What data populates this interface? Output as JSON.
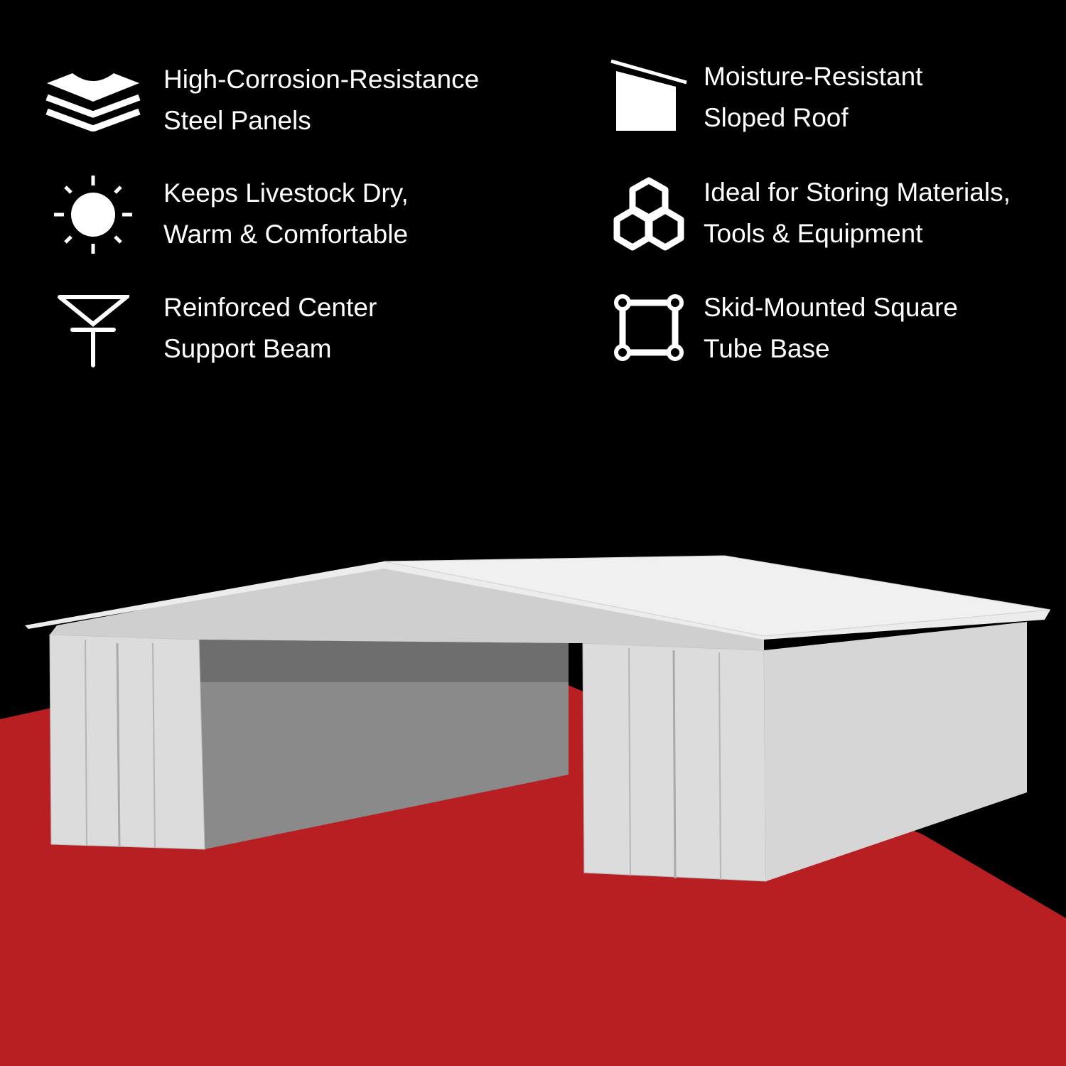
{
  "features": [
    {
      "icon": "stacked-panels-icon",
      "line1": "High-Corrosion-Resistance",
      "line2": "Steel Panels"
    },
    {
      "icon": "sloped-roof-icon",
      "line1": "Moisture-Resistant",
      "line2": "Sloped Roof"
    },
    {
      "icon": "sun-icon",
      "line1": "Keeps Livestock Dry,",
      "line2": "Warm & Comfortable"
    },
    {
      "icon": "stacked-boxes-icon",
      "line1": "Ideal for Storing Materials,",
      "line2": "Tools & Equipment"
    },
    {
      "icon": "support-beam-icon",
      "line1": "Reinforced Center",
      "line2": "Support Beam"
    },
    {
      "icon": "square-tube-base-icon",
      "line1": "Skid-Mounted Square",
      "line2": "Tube  Base"
    }
  ],
  "colors": {
    "background": "#000000",
    "floor": "#b81f22",
    "text": "#ffffff",
    "building": "#e4e4e4"
  }
}
